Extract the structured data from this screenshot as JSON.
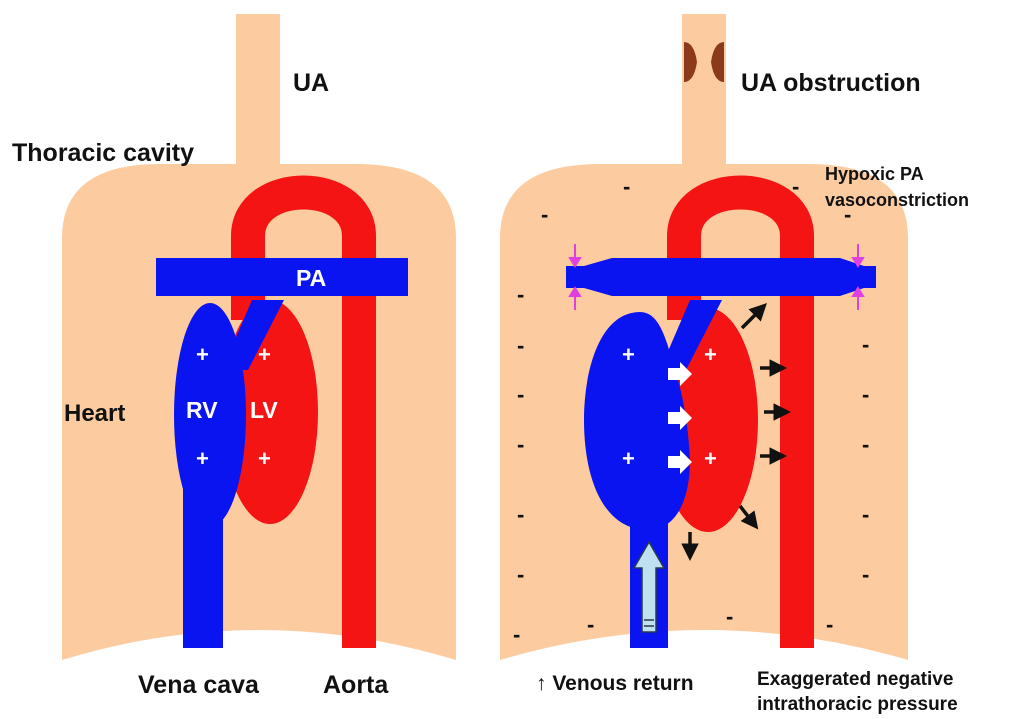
{
  "left_panel": {
    "airway_label": "UA",
    "cavity_label": "Thoracic cavity",
    "heart_label": "Heart",
    "pa_label": "PA",
    "rv_label": "RV",
    "lv_label": "LV",
    "vena_cava_label": "Vena cava",
    "aorta_label": "Aorta",
    "pressure_signs": {
      "positive": "+"
    }
  },
  "right_panel": {
    "airway_label": "UA obstruction",
    "vasoconstriction_label_line1": "Hypoxic PA",
    "vasoconstriction_label_line2": "vasoconstriction",
    "venous_return_label": "↑ Venous return",
    "pressure_label_line1": "Exaggerated negative",
    "pressure_label_line2": "intrathoracic pressure",
    "pressure_signs": {
      "positive": "+",
      "negative": "-"
    }
  },
  "colors": {
    "background": "#ffffff",
    "thorax": "#fccca0",
    "venous": "#0a14f0",
    "arterial": "#f51414",
    "obstruction": "#8b3a1a",
    "constriction_arrow": "#e040e0",
    "force_arrow": "#111111",
    "venous_return_arrow": "#bfe0f0"
  }
}
